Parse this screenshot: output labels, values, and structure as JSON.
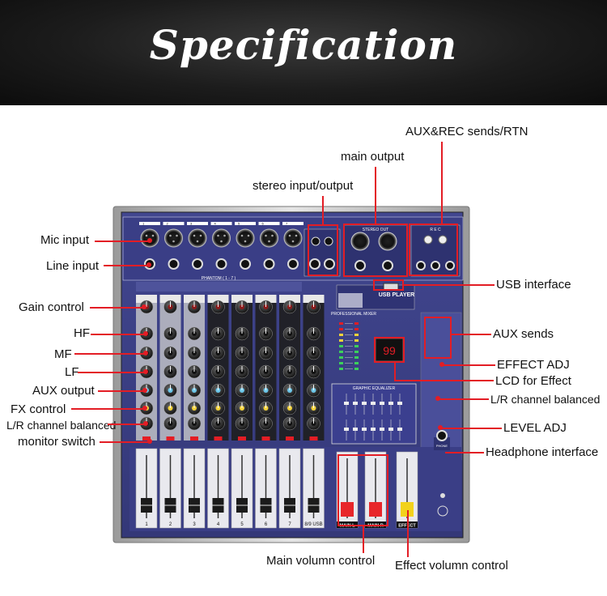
{
  "title": "Specification",
  "labels": {
    "mic_input": "Mic input",
    "line_input": "Line input",
    "gain_control": "Gain control",
    "hf": "HF",
    "mf": "MF",
    "lf": "LF",
    "aux_output": "AUX output",
    "fx_control": "FX control",
    "lr_channel_balanced_left": "L/R channel balanced",
    "monitor_switch": "monitor switch",
    "stereo_io": "stereo input/output",
    "main_output": "main output",
    "aux_rec": "AUX&REC sends/RTN",
    "usb_interface": "USB interface",
    "aux_sends": "AUX sends",
    "effect_adj": "EFFECT ADJ",
    "lcd_effect": "LCD for Effect",
    "lr_channel_balanced_right": "L/R channel balanced",
    "level_adj": "LEVEL ADJ",
    "headphone_interface": "Headphone interface",
    "main_volume": "Main volumn control",
    "effect_volume": "Effect volumn control"
  },
  "panel": {
    "channel_numbers": [
      "1",
      "2",
      "3",
      "4",
      "5",
      "6",
      "7"
    ],
    "fader_labels": [
      "1",
      "2",
      "3",
      "4",
      "5",
      "6",
      "7",
      "8/9 USB"
    ],
    "main_fader_labels": [
      "MAIN L",
      "MAIN R",
      "EFFECT"
    ],
    "usb_player": "USB PLAYER",
    "professional_mixer": "PROFESSIONAL MIXER",
    "phantom": "PHANTOM ( 1 - 7 )",
    "stereo_out": "STEREO OUT",
    "rec": "R E C",
    "graphic_equalizer": "GRAPHIC EQUALIZER",
    "lcd_value": "99",
    "phones": "PHONE"
  },
  "colors": {
    "panel_blue": "#3b3f8f",
    "annotation_red": "#e31d25",
    "main_fader_red": "#e8262a",
    "effect_fader_yellow": "#f2d21b"
  }
}
